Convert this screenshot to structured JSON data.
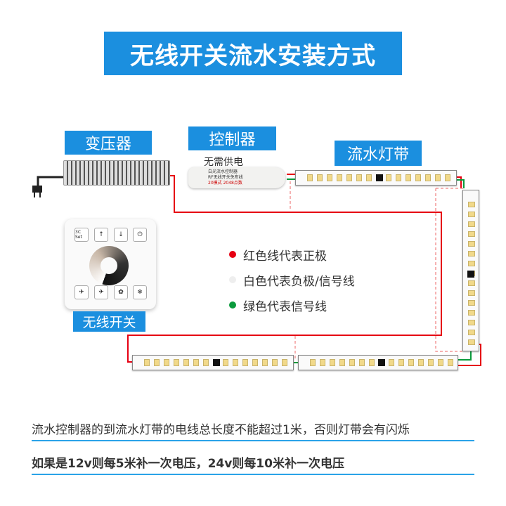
{
  "title": "无线开关流水安装方式",
  "components": {
    "transformer_label": "变压器",
    "controller_label": "控制器",
    "controller_note": "无需供电",
    "controller_text": [
      "白光流水控制器",
      "RF无线开关免布线",
      "20模式",
      "2048点数"
    ],
    "strip_label": "流水灯带",
    "switch_label": "无线开关",
    "switch_button_text": "3C Set"
  },
  "legend": [
    {
      "text": "红色线代表正极",
      "color": "#e60012"
    },
    {
      "text": "白色代表负极/信号线",
      "color": "#eeeeee"
    },
    {
      "text": "绿色代表信号线",
      "color": "#0a9a3c"
    }
  ],
  "notes": [
    "流水控制器的到流水灯带的电线总长度不能超过1米，否则灯带会有闪烁",
    "如果是12v则每5米补一次电压，24v则每10米补一次电压"
  ],
  "colors": {
    "accent": "#1b8fdf",
    "wire_red": "#e60012",
    "wire_green": "#0a9a3c"
  }
}
